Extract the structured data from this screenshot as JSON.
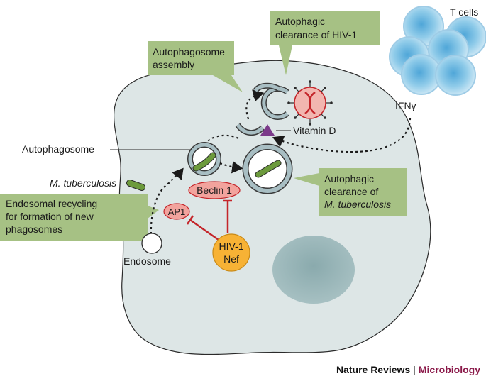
{
  "labels": {
    "t_cells": "T cells",
    "ifn": "IFNγ",
    "autophagic_clearance_hiv_line1": "Autophagic",
    "autophagic_clearance_hiv_line2": "clearance of HIV-1",
    "autophagosome_assembly_line1": "Autophagosome",
    "autophagosome_assembly_line2": "assembly",
    "vitamin_d": "Vitamin D",
    "autophagosome": "Autophagosome",
    "m_tuberculosis": "M. tuberculosis",
    "endosomal_recycling_line1": "Endosomal recycling",
    "endosomal_recycling_line2": "for formation of new",
    "endosomal_recycling_line3": "phagosomes",
    "beclin1": "Beclin 1",
    "ap1": "AP1",
    "hiv_nef_line1": "HIV-1",
    "hiv_nef_line2": "Nef",
    "endosome": "Endosome",
    "autophagic_clearance_mtb_line1": "Autophagic",
    "autophagic_clearance_mtb_line2": "clearance of",
    "autophagic_clearance_mtb_line3": "M. tuberculosis"
  },
  "footer": {
    "publisher": "Nature Reviews",
    "separator": "|",
    "journal": "Microbiology"
  },
  "colors": {
    "cell_fill": "#dde6e6",
    "nucleus": "#95b3b6",
    "callout_green": "#a6c184",
    "tcell_blue": "#8fcbe9",
    "bacterium_green": "#6c9a3c",
    "beclin_pink": "#f2a39d",
    "nef_orange": "#f7b235",
    "inhibit_red": "#c4252a",
    "vitamin_purple": "#7b3a8a",
    "journal_maroon": "#8b1a4a"
  }
}
